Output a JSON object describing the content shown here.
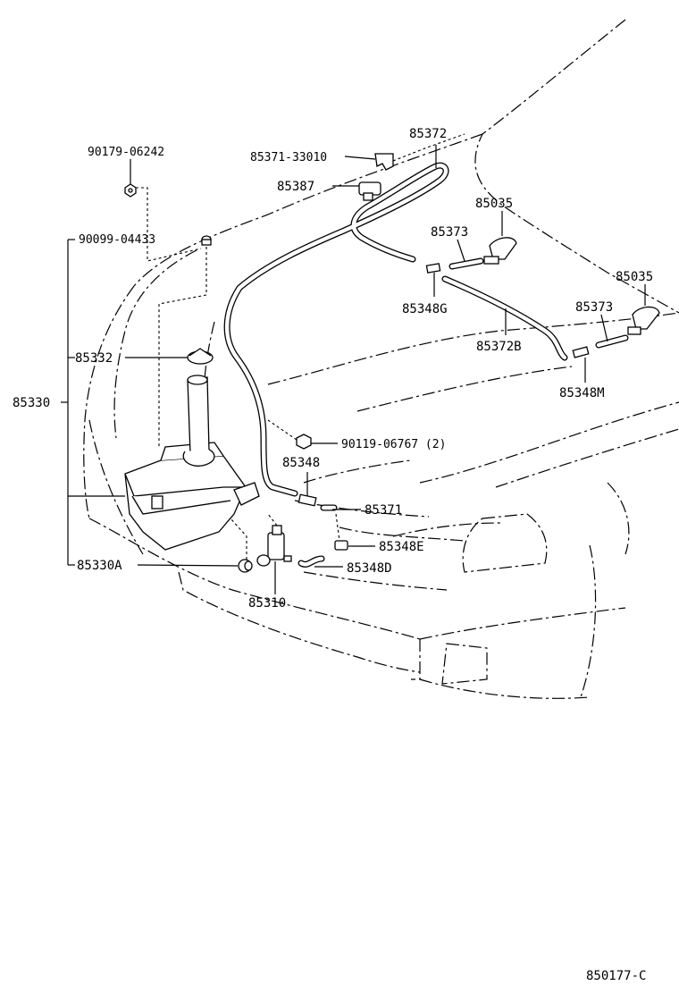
{
  "diagram": {
    "labels": {
      "p85372": "85372",
      "p85371_33010": "85371-33010",
      "p85387": "85387",
      "p90179_06242": "90179-06242",
      "p90099_04433": "90099-04433",
      "p85035_a": "85035",
      "p85035_b": "85035",
      "p85373_a": "85373",
      "p85373_b": "85373",
      "p85348G": "85348G",
      "p85372B": "85372B",
      "p85348M": "85348M",
      "p85332": "85332",
      "p85330": "85330",
      "p90119_06767": "90119-06767 (2)",
      "p85348": "85348",
      "p85371": "85371",
      "p85348E": "85348E",
      "p85348D": "85348D",
      "p85330A": "85330A",
      "p85310": "85310",
      "drawing_number": "850177-C"
    }
  }
}
